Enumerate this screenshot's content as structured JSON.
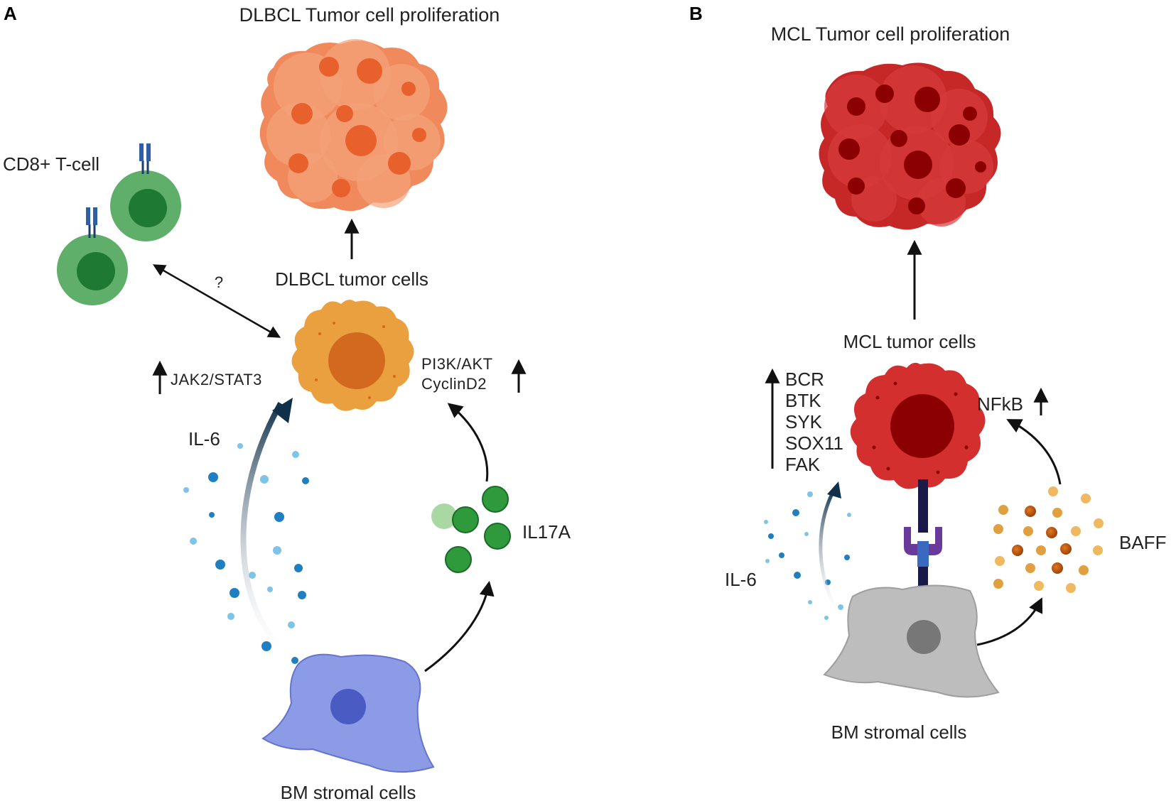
{
  "panel_a": {
    "letter": "A",
    "title": "DLBCL Tumor cell proliferation",
    "tumor_cells_label": "DLBCL tumor cells",
    "tcell_label": "CD8+ T-cell",
    "question_mark": "?",
    "pathway_left": "JAK2/STAT3",
    "pathway_right_1": "PI3K/AKT",
    "pathway_right_2": "CyclinD2",
    "il6_label": "IL-6",
    "il17a_label": "IL17A",
    "stromal_label": "BM stromal cells"
  },
  "panel_b": {
    "letter": "B",
    "title": "MCL Tumor cell proliferation",
    "tumor_cells_label": "MCL tumor cells",
    "pathways": [
      "BCR",
      "BTK",
      "SYK",
      "SOX11",
      "FAK"
    ],
    "nfkb_label": "NFkB",
    "il6_label": "IL-6",
    "baff_label": "BAFF",
    "stromal_label": "BM stromal cells"
  },
  "colors": {
    "dlbcl_cluster": "#f08a5d",
    "dlbcl_nucleus": "#e8612c",
    "dlbcl_cell": "#eba040",
    "dlbcl_cell_nucleus": "#d2691e",
    "mcl_cluster": "#c62828",
    "mcl_nucleus": "#8b0000",
    "tcell": "#5fae6a",
    "tcell_nucleus": "#1e7a32",
    "stromal_a": "#8c9be6",
    "stromal_a_nucleus": "#4a5bc4",
    "stromal_b": "#bdbdbd",
    "stromal_b_nucleus": "#777777",
    "il17a": "#2e9a3c",
    "il6": "#1f7fc0",
    "baff": "#e0a040"
  }
}
